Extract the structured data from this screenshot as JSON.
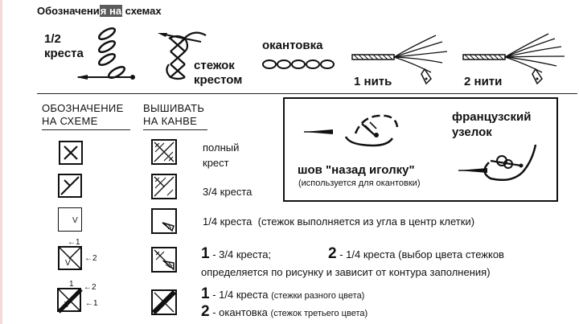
{
  "title": {
    "before": "Обозначени",
    "highlight": "я на",
    "after": " схемах"
  },
  "top": {
    "half_cross_num": "1/2",
    "half_cross_word": "креста",
    "cross_stitch_line1": "стежок",
    "cross_stitch_line2": "крестом",
    "edging": "окантовка",
    "one_thread": "1 нить",
    "two_threads": "2 нити"
  },
  "headers": {
    "col1_line1": "ОБОЗНАЧЕНИЕ",
    "col1_line2": "НА СХЕМЕ",
    "col2_line1": "ВЫШИВАТЬ",
    "col2_line2": "НА КАНВЕ"
  },
  "backstitch": {
    "label": "шов \"назад иголку\"",
    "note": "(используется для окантовки)"
  },
  "french_knot": {
    "line1": "французский",
    "line2": "узелок"
  },
  "rows": {
    "full_line1": "полный",
    "full_line2": "крест",
    "three_quarter": "3/4 креста",
    "quarter": "1/4 креста",
    "quarter_note": "(стежок выполняется из угла в центр клетки)",
    "r4_num1": "1",
    "r4_text1": "- 3/4 креста;",
    "r4_num2": "2",
    "r4_text2": "- 1/4 креста",
    "r4_note1": "(выбор цвета стежков",
    "r4_note2": "определяется по рисунку и зависит от контура заполнения)",
    "r5_num1": "1",
    "r5_text1": "- 1/4 креста",
    "r5_note1": "(стежки разного цвета)",
    "r5_num2": "2",
    "r5_text2": "- окантовка",
    "r5_note2": "(стежок третьего цвета)"
  },
  "symbols": {
    "v": "V",
    "n1": "1",
    "n2": "2",
    "arrow1": "←1",
    "arrow2": "←2"
  }
}
